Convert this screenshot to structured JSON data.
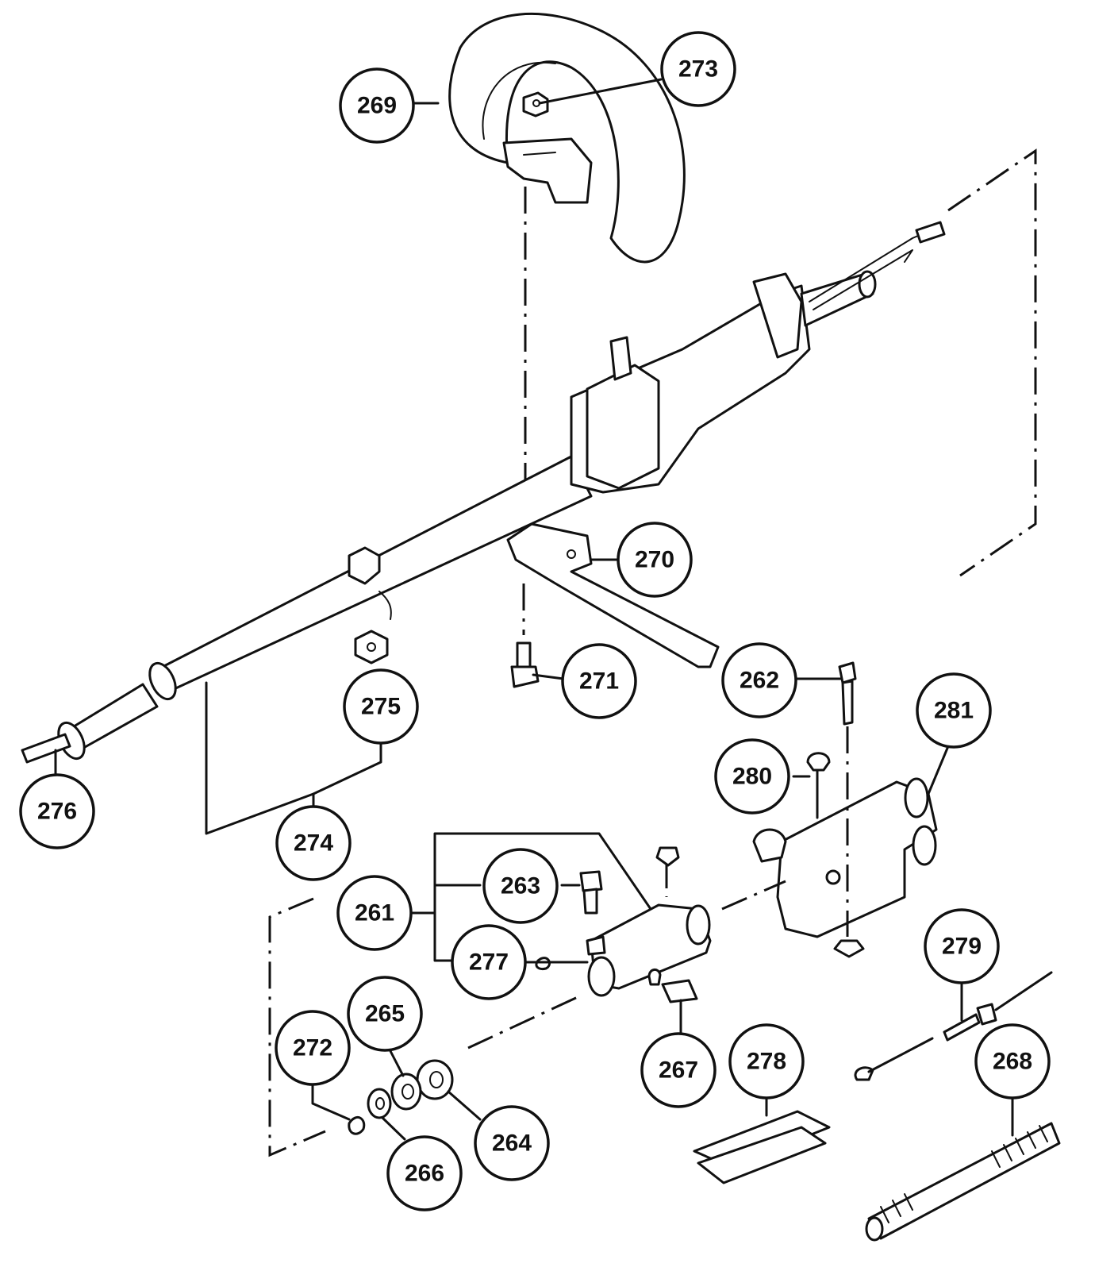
{
  "callouts": [
    {
      "id": "261",
      "label": "261"
    },
    {
      "id": "262",
      "label": "262"
    },
    {
      "id": "263",
      "label": "263"
    },
    {
      "id": "264",
      "label": "264"
    },
    {
      "id": "265",
      "label": "265"
    },
    {
      "id": "266",
      "label": "266"
    },
    {
      "id": "267",
      "label": "267"
    },
    {
      "id": "268",
      "label": "268"
    },
    {
      "id": "269",
      "label": "269"
    },
    {
      "id": "270",
      "label": "270"
    },
    {
      "id": "271",
      "label": "271"
    },
    {
      "id": "272",
      "label": "272"
    },
    {
      "id": "273",
      "label": "273"
    },
    {
      "id": "274",
      "label": "274"
    },
    {
      "id": "275",
      "label": "275"
    },
    {
      "id": "276",
      "label": "276"
    },
    {
      "id": "277",
      "label": "277"
    },
    {
      "id": "278",
      "label": "278"
    },
    {
      "id": "279",
      "label": "279"
    },
    {
      "id": "280",
      "label": "280"
    },
    {
      "id": "281",
      "label": "281"
    }
  ]
}
